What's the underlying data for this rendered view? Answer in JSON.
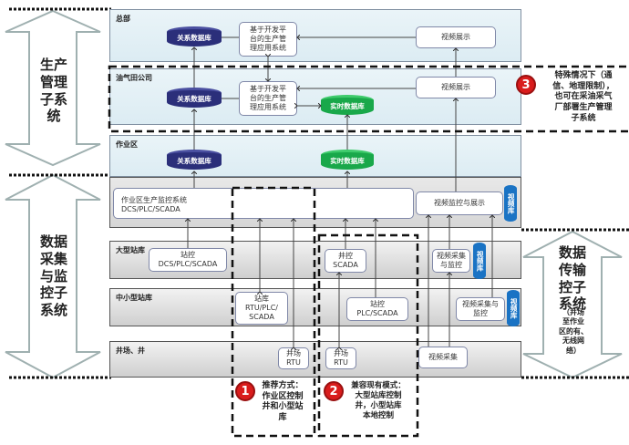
{
  "side_labels": {
    "production_management": "生产\n管理\n子系\n统",
    "data_acquisition": "数据\n采集\n与监\n控子\n系统",
    "data_transmission": "数据\n传输\n控子\n系统",
    "data_transmission_sub": "（井场\n至作业\n区的有、\n无线网\n络）"
  },
  "layers": {
    "headquarters": "总部",
    "oilfield_company": "油气田公司",
    "work_area": "作业区",
    "large_station": "大型站库",
    "small_station": "中小型站库",
    "well_site": "井场、井"
  },
  "db": {
    "relational": "关系数据库",
    "realtime": "实时数据库",
    "video": "视频库"
  },
  "boxes": {
    "prod_app_hq": "基于开发平\n台的生产管\n理应用系统",
    "prod_app_company": "基于开发平\n台的生产管\n理应用系统",
    "video_display_hq": "视频展示",
    "video_display_company": "视频展示",
    "work_area_monitor": "作业区生产监控系统\nDCS/PLC/SCADA",
    "video_monitor_display": "视频监控与展示",
    "station_control_large": "站控\nDCS/PLC/SCADA",
    "well_control_scada": "井控\nSCADA",
    "video_collect_large": "视频采集\n与监控",
    "station_rtu": "站库\nRTU/PLC/\nSCADA",
    "station_control_small": "站控\nPLC/SCADA",
    "video_collect_small": "视频采集与\n监控",
    "well_rtu_1": "井场\nRTU",
    "well_rtu_2": "井场\nRTU",
    "video_collect_well": "视频采集"
  },
  "notes": {
    "note1_num": "1",
    "note1": "推荐方式：\n作业区控制\n井和小型站\n库",
    "note2_num": "2",
    "note2": "兼容现有模式：\n大型站库控制\n井，小型站库\n本地控制",
    "note3_num": "3",
    "note3": "特殊情况下（通\n信、地理限制），\n也可在采油采气\n厂部署生产管理\n子系统"
  },
  "colors": {
    "relational_db": "#2b2f7a",
    "realtime_db": "#19a84a",
    "video_db": "#1a73c4",
    "badge": "#d91c1c"
  }
}
